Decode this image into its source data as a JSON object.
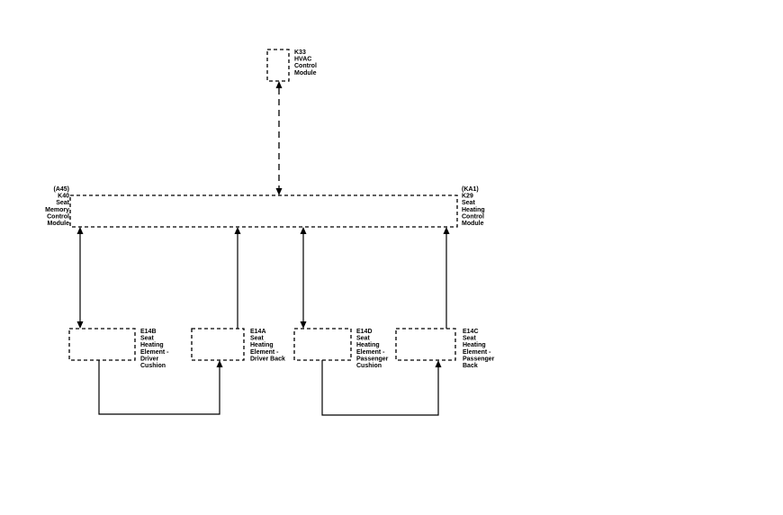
{
  "components": {
    "hvac": {
      "lines": [
        "K33",
        "HVAC",
        "Control",
        "Module"
      ]
    },
    "memory": {
      "lines": [
        "(A45)",
        "K40",
        "Seat",
        "Memory",
        "Control",
        "Module"
      ]
    },
    "heating": {
      "lines": [
        "(KA1)",
        "K29",
        "Seat",
        "Heating",
        "Control",
        "Module"
      ]
    },
    "e14b": {
      "lines": [
        "E14B",
        "Seat",
        "Heating",
        "Element -",
        "Driver",
        "Cushion"
      ]
    },
    "e14a": {
      "lines": [
        "E14A",
        "Seat",
        "Heating",
        "Element -",
        "Driver Back"
      ]
    },
    "e14d": {
      "lines": [
        "E14D",
        "Seat",
        "Heating",
        "Element -",
        "Passenger",
        "Cushion"
      ]
    },
    "e14c": {
      "lines": [
        "E14C",
        "Seat",
        "Heating",
        "Element -",
        "Passenger",
        "Back"
      ]
    }
  }
}
